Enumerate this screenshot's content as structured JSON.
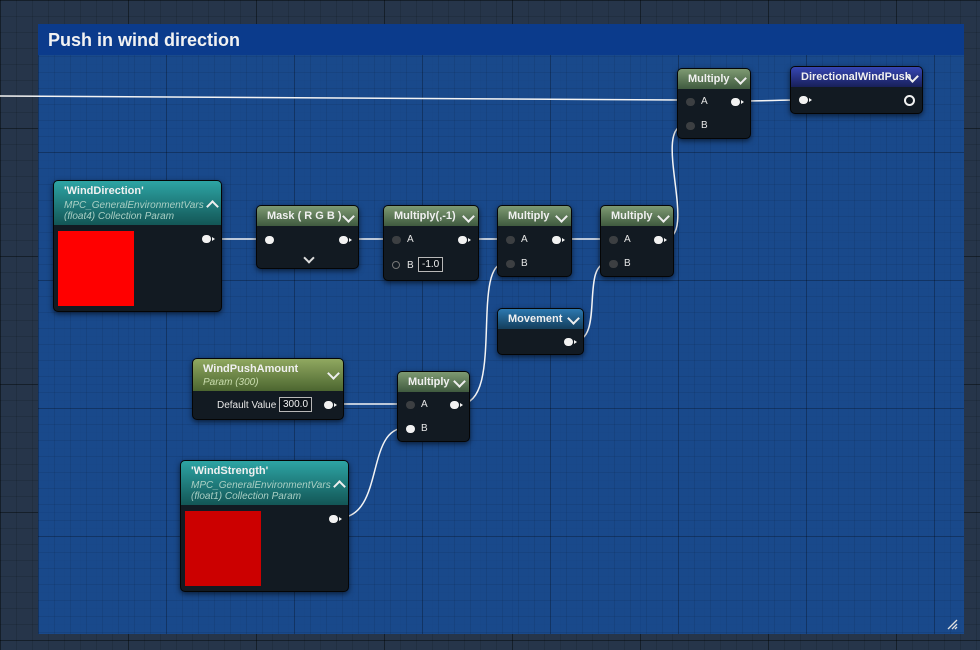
{
  "comment": {
    "title": "Push in wind direction",
    "header_color": "#0b3b8c",
    "body_color": "#184c96"
  },
  "nodes": {
    "wind_direction": {
      "title": "'WindDirection'",
      "subtitle_line1": "MPC_GeneralEnvironmentVars",
      "subtitle_line2": "(float4) Collection Param",
      "preview_color": "#ff0000"
    },
    "mask": {
      "title": "Mask ( R G B )"
    },
    "multiply_neg": {
      "title": "Multiply(,-1)",
      "pin_a": "A",
      "pin_b": "B",
      "b_value": "-1.0"
    },
    "multiply_mid": {
      "title": "Multiply",
      "pin_a": "A",
      "pin_b": "B"
    },
    "multiply_right": {
      "title": "Multiply",
      "pin_a": "A",
      "pin_b": "B"
    },
    "multiply_top": {
      "title": "Multiply",
      "pin_a": "A",
      "pin_b": "B"
    },
    "directional_wind_push": {
      "title": "DirectionalWindPush"
    },
    "movement": {
      "title": "Movement"
    },
    "wind_push_amount": {
      "title": "WindPushAmount",
      "subtitle": "Param (300)",
      "default_label": "Default Value",
      "default_value": "300.0"
    },
    "multiply_bottom": {
      "title": "Multiply",
      "pin_a": "A",
      "pin_b": "B"
    },
    "wind_strength": {
      "title": "'WindStrength'",
      "subtitle_line1": "MPC_GeneralEnvironmentVars",
      "subtitle_line2": "(float1) Collection Param",
      "preview_color": "#cc0000"
    }
  }
}
